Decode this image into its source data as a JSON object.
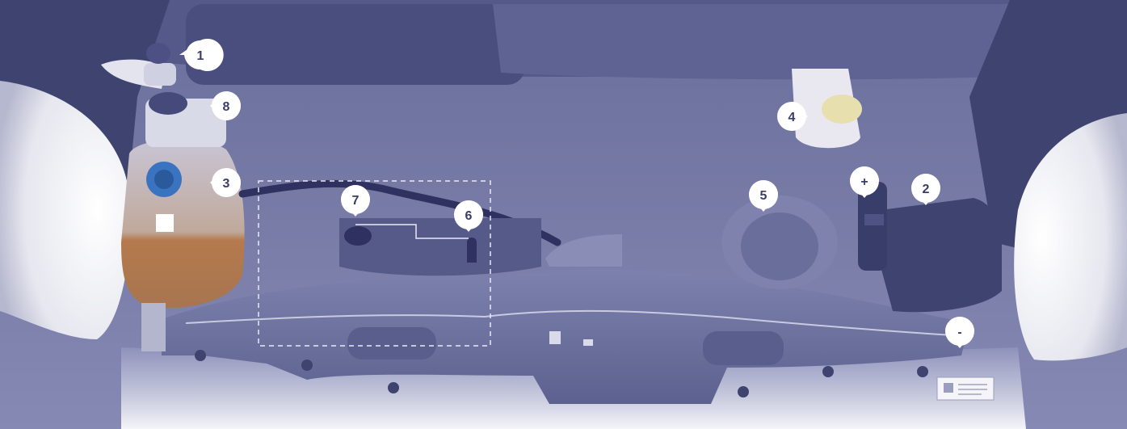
{
  "callouts": [
    {
      "id": "1",
      "label": "1"
    },
    {
      "id": "8",
      "label": "8"
    },
    {
      "id": "3",
      "label": "3"
    },
    {
      "id": "4",
      "label": "4"
    },
    {
      "id": "7",
      "label": "7"
    },
    {
      "id": "6",
      "label": "6"
    },
    {
      "id": "5",
      "label": "5"
    },
    {
      "id": "plus",
      "label": "+"
    },
    {
      "id": "2",
      "label": "2"
    },
    {
      "id": "minus",
      "label": "-"
    }
  ],
  "colors": {
    "engine_bay_dark": "#3f4370",
    "engine_bay_mid": "#6b6f9c",
    "engine_bay_light": "#8c90b8",
    "headlight": "#f1f2f7",
    "reservoir_orange": "#b67a4c",
    "cap_blue": "#3a73c0",
    "callout_bg": "#ffffff",
    "callout_text": "#3a3d66"
  }
}
